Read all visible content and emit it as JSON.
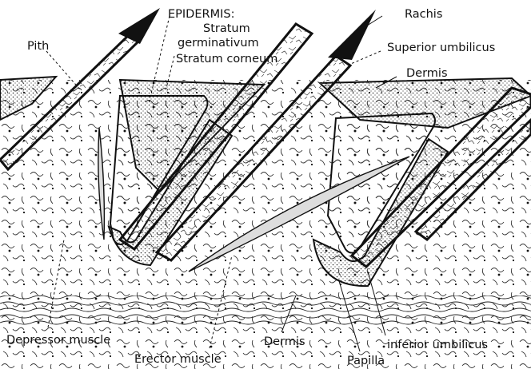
{
  "labels": {
    "epidermis": "EPIDERMIS:",
    "stratum_line1": "Stratum",
    "stratum_line2": "germinativum",
    "stratum_corneum": "Stratum corneum",
    "pith": "Pith",
    "rachis": "Rachis",
    "superior_umbilicus": "Superior umbilicus",
    "dermis_top": "Dermis",
    "depressor_muscle": "Depressor muscle",
    "erector_muscle": "Erector muscle",
    "dermis_bottom": "Dermis",
    "papilla": "Papilla",
    "inferior_umbilicus": "inferior umbilicus"
  }
}
